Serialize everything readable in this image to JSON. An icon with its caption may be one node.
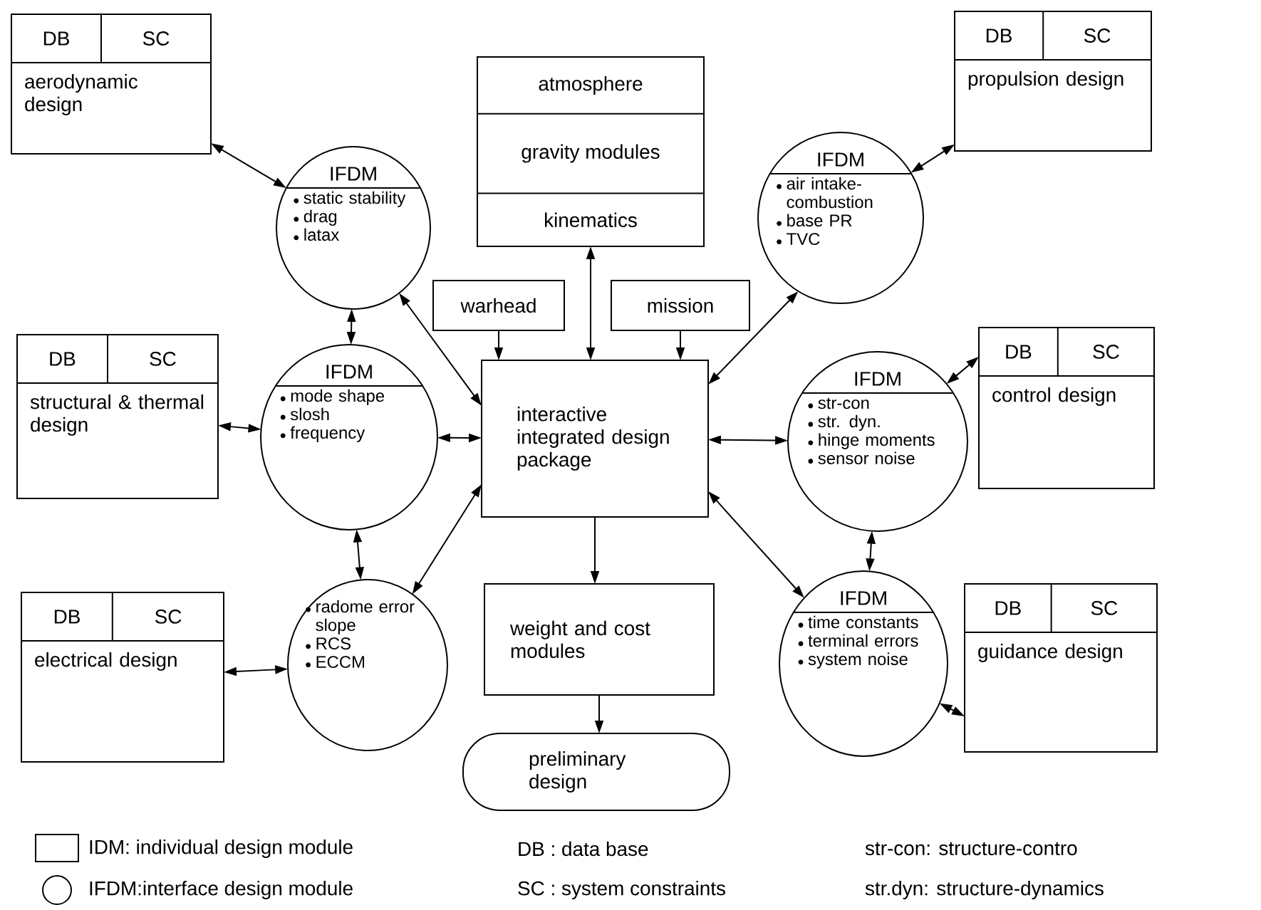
{
  "diagram": {
    "nodes": [
      {
        "text": [
          "DB",
          "SC",
          "aerodynamic design"
        ]
      },
      {
        "text": [
          "atmosphere",
          "gravity modules",
          "kinematics"
        ]
      },
      {
        "text": [
          "DB",
          "SC",
          "propulsion design"
        ]
      },
      {
        "text": [
          "IFDM",
          "static stability",
          "drag",
          "latax"
        ]
      },
      {
        "text": [
          "IFDM",
          "air intake-combustion",
          "base PR",
          "TVC"
        ]
      },
      {
        "text": [
          "warhead"
        ]
      },
      {
        "text": [
          "mission"
        ]
      },
      {
        "text": [
          "DB",
          "SC",
          "structural & thermal design"
        ]
      },
      {
        "text": [
          "IFDM",
          "mode shape",
          "slosh",
          "frequency"
        ]
      },
      {
        "text": [
          "interactive integrated design package"
        ]
      },
      {
        "text": [
          "DB",
          "SC",
          "control design"
        ]
      },
      {
        "text": [
          "IFDM",
          "str-con",
          "str. dyn.",
          "hinge moments",
          "sensor noise"
        ]
      },
      {
        "text": [
          "radome error slope",
          "RCS",
          "ECCM"
        ]
      },
      {
        "text": [
          "DB",
          "SC",
          "electrical design"
        ]
      },
      {
        "text": [
          "weight and cost modules"
        ]
      },
      {
        "text": [
          "IFDM",
          "time constants",
          "terminal errors",
          "system noise"
        ]
      },
      {
        "text": [
          "DB",
          "SC",
          "guidance design"
        ]
      },
      {
        "text": [
          "preliminary design"
        ]
      }
    ],
    "edges": [
      {
        "from": 0,
        "to": 3,
        "arrow": "both"
      },
      {
        "from": 2,
        "to": 4,
        "arrow": "both"
      },
      {
        "from": 1,
        "to": 9,
        "arrow": "both"
      },
      {
        "from": 5,
        "to": 9,
        "arrow": "to"
      },
      {
        "from": 6,
        "to": 9,
        "arrow": "to"
      },
      {
        "from": 3,
        "to": 8,
        "arrow": "both"
      },
      {
        "from": 3,
        "to": 9,
        "arrow": "both"
      },
      {
        "from": 4,
        "to": 9,
        "arrow": "both"
      },
      {
        "from": 7,
        "to": 8,
        "arrow": "both"
      },
      {
        "from": 8,
        "to": 9,
        "arrow": "both"
      },
      {
        "from": 9,
        "to": 11,
        "arrow": "both"
      },
      {
        "from": 10,
        "to": 11,
        "arrow": "both"
      },
      {
        "from": 8,
        "to": 12,
        "arrow": "both"
      },
      {
        "from": 12,
        "to": 9,
        "arrow": "both"
      },
      {
        "from": 13,
        "to": 12,
        "arrow": "both"
      },
      {
        "from": 11,
        "to": 15,
        "arrow": "both"
      },
      {
        "from": 9,
        "to": 15,
        "arrow": "both"
      },
      {
        "from": 16,
        "to": 15,
        "arrow": "both"
      },
      {
        "from": 9,
        "to": 14,
        "arrow": "to"
      },
      {
        "from": 14,
        "to": 17,
        "arrow": "to"
      }
    ],
    "labels": [
      "DB : data base",
      "SC : system constraints",
      "str-con: structure-contro",
      "str.dyn: structure-dynamics"
    ],
    "legend": [
      {
        "text": "IDM: individual design module"
      },
      {
        "text": "IFDM:interface design module"
      }
    ]
  }
}
